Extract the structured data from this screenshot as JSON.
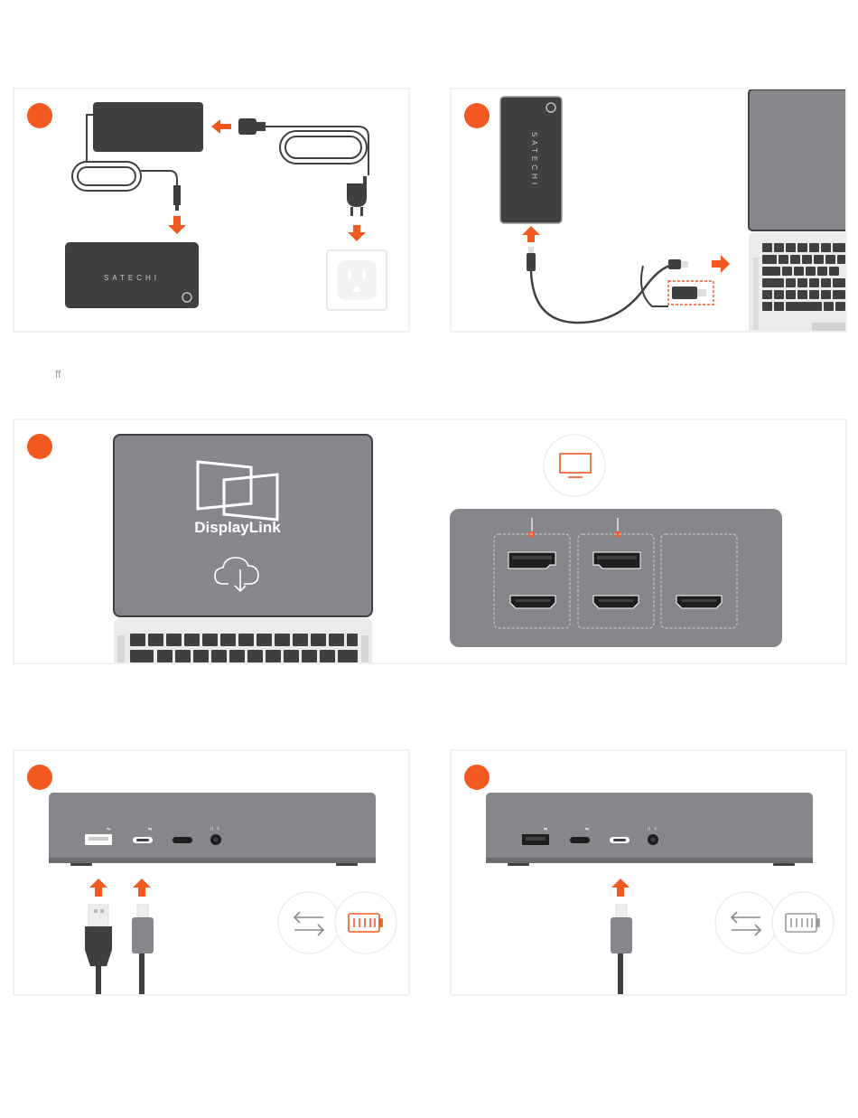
{
  "brand": {
    "name": "SATECHI",
    "accent_color": "#f25a22",
    "device_color": "#404042",
    "hub_color": "#85878b"
  },
  "note_text": "ff",
  "displaylink": {
    "label": "DisplayLink"
  },
  "icons": {
    "arrow": "orange-arrow-icon",
    "outlet": "wall-outlet-icon",
    "monitor": "monitor-icon",
    "cloud_download": "cloud-download-icon",
    "data_transfer": "bidirectional-arrows-icon",
    "battery": "battery-icon"
  }
}
